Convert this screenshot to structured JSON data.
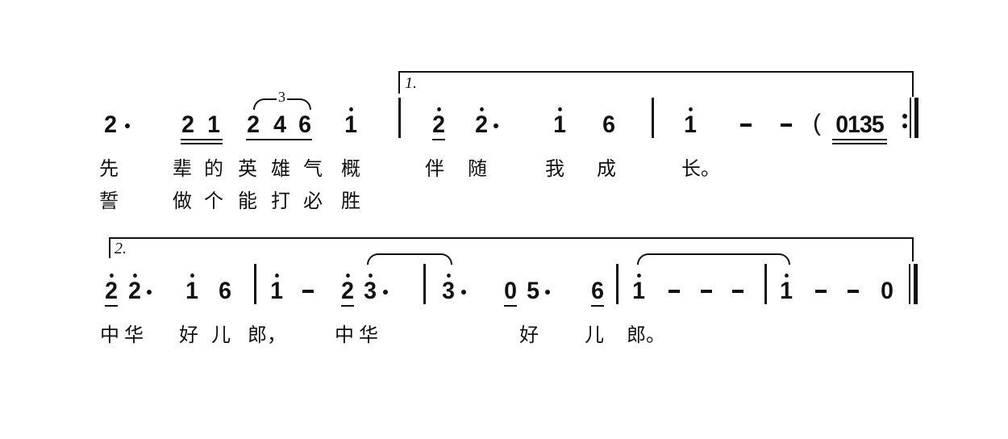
{
  "score": {
    "line1": {
      "volta": {
        "label": "1."
      },
      "notes": {
        "n1": "2",
        "n2": "2",
        "n3": "1",
        "n4": "2",
        "n5": "4",
        "n6": "6",
        "n7": "1",
        "n8": "2",
        "n9": "2",
        "n10": "1",
        "n11": "6",
        "n12": "1",
        "n13": "0135"
      },
      "triplet": "3",
      "open_paren": "(",
      "lyrics_verse1": [
        "先",
        "辈",
        "的",
        "英",
        "雄",
        "气",
        "概",
        "伴",
        "随",
        "我",
        "成",
        "长。"
      ],
      "lyrics_verse2": [
        "誓",
        "做",
        "个",
        "能",
        "打",
        "必",
        "胜"
      ]
    },
    "line2": {
      "volta": {
        "label": "2."
      },
      "notes": {
        "n1": "2",
        "n2": "2",
        "n3": "1",
        "n4": "6",
        "n5": "1",
        "n6": "2",
        "n7": "3",
        "n8": "3",
        "n9": "0",
        "n10": "5",
        "n11": "6",
        "n12": "1",
        "n13": "1",
        "n14": "0"
      },
      "lyrics": [
        "中",
        "华",
        "好",
        "儿",
        "郎，",
        "中",
        "华",
        "好",
        "儿",
        "郎。"
      ]
    }
  }
}
